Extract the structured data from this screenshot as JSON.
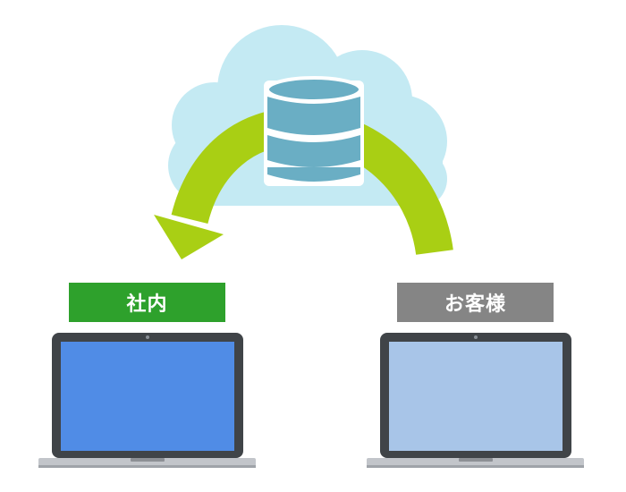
{
  "diagram": {
    "nodes": [
      {
        "id": "cloud-database",
        "icon": "database-icon",
        "container": "cloud-icon"
      },
      {
        "id": "internal",
        "label": "社内",
        "icon": "laptop-icon",
        "label_color": "#2ea12c",
        "screen_color": "#508ce6"
      },
      {
        "id": "customer",
        "label": "お客様",
        "icon": "laptop-icon",
        "label_color": "#858585",
        "screen_color": "#a8c5e8"
      }
    ],
    "edges": [
      {
        "from": "customer",
        "to": "internal",
        "via": "cloud-database",
        "style": "curved-arrow",
        "color": "#a9cf14"
      }
    ]
  },
  "colors": {
    "cloud": "#c4eaf3",
    "database": "#6aaec4",
    "arrow": "#a9cf14",
    "laptop_frame": "#404448",
    "laptop_base": "#c2c5ca"
  }
}
